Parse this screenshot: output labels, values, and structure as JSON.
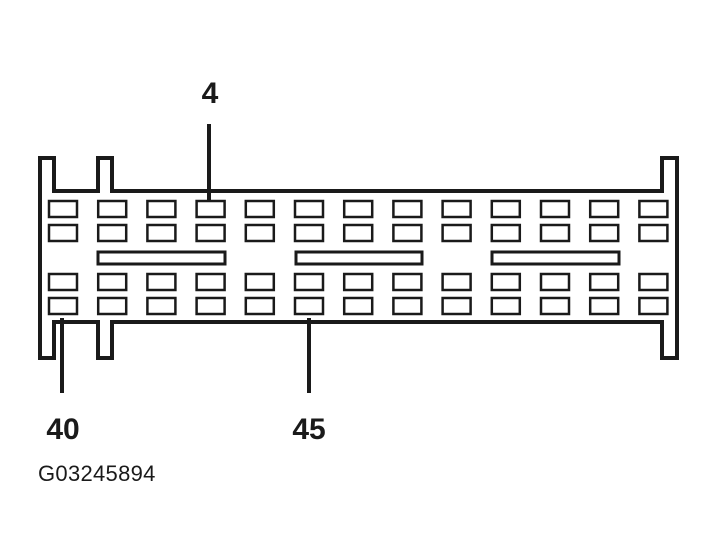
{
  "diagram": {
    "type": "connector-pinout",
    "pin_rows": 4,
    "pin_columns": 13,
    "callouts": [
      {
        "label": "4",
        "row": 0,
        "column": 3
      },
      {
        "label": "40",
        "row": 3,
        "column": 0
      },
      {
        "label": "45",
        "row": 3,
        "column": 5
      }
    ],
    "reference_code": "G03245894",
    "line_color": "#1a1a1a",
    "background_color": "#ffffff"
  }
}
